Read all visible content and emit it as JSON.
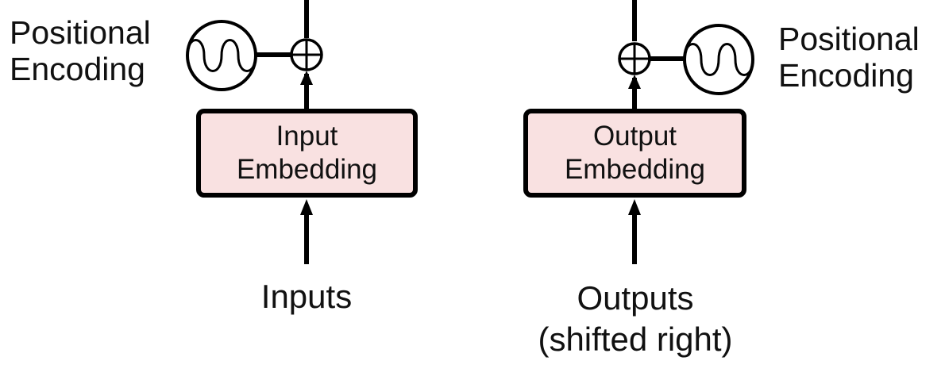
{
  "left": {
    "positional_encoding_line1": "Positional",
    "positional_encoding_line2": "Encoding",
    "embedding_line1": "Input",
    "embedding_line2": "Embedding",
    "source_label": "Inputs"
  },
  "right": {
    "positional_encoding_line1": "Positional",
    "positional_encoding_line2": "Encoding",
    "embedding_line1": "Output",
    "embedding_line2": "Embedding",
    "source_label_line1": "Outputs",
    "source_label_line2": "(shifted right)"
  },
  "colors": {
    "embedding_fill": "#f9e1e1",
    "stroke": "#000000",
    "text": "#111111"
  },
  "icons": {
    "positional_encoding": "sine-wave-circle-icon",
    "add": "plus-circle-icon"
  }
}
